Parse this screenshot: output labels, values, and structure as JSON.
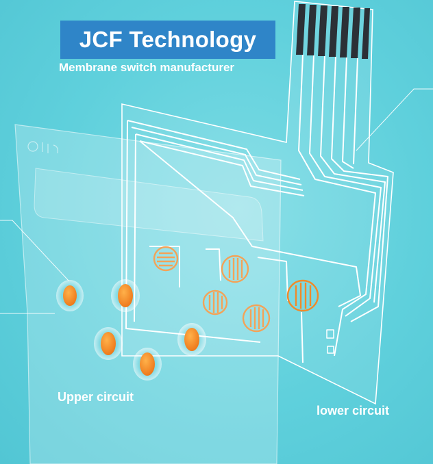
{
  "brand": {
    "title": "JCF Technology",
    "tagline": "Membrane switch manufacturer"
  },
  "labels": {
    "upper": "Upper circuit",
    "lower": "lower circuit"
  },
  "colors": {
    "background": "#5fd0dc",
    "brand_box": "#2f85c8",
    "contact": "#f08a2a",
    "trace": "#ffffff"
  }
}
